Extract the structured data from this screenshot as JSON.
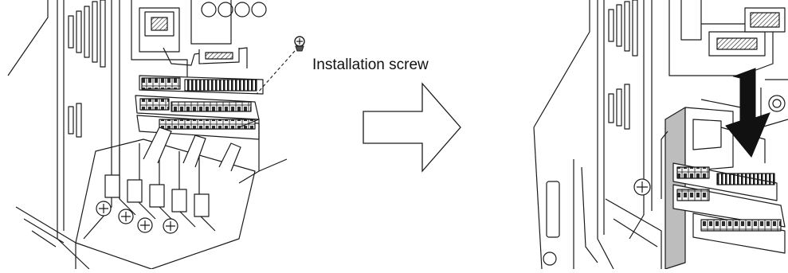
{
  "labels": {
    "installation_screw": "Installation screw"
  },
  "colors": {
    "line": "#1a1a1a",
    "terminal_dark": "#2a2a2a",
    "terminal_light": "#f0f0f0",
    "panel_gray": "#bdbdbd",
    "background": "#ffffff"
  },
  "icons": {
    "step_arrow": "right-arrow-outline",
    "insert_arrow": "down-arrow-solid",
    "screw": "screw-icon"
  }
}
